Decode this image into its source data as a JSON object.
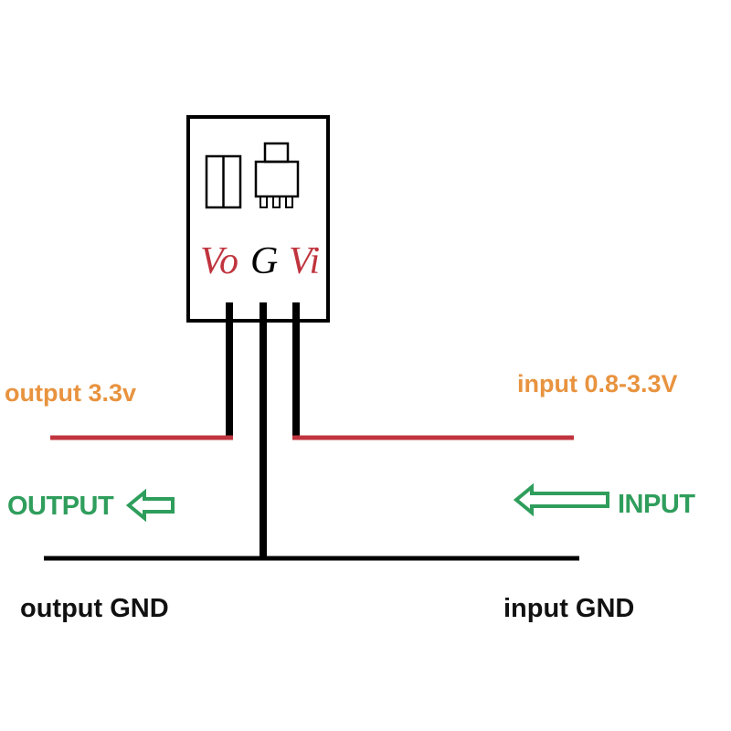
{
  "module": {
    "pins": {
      "vo": "Vo",
      "g": "G",
      "vi": "Vi"
    }
  },
  "labels": {
    "output_voltage": "output 3.3v",
    "input_voltage": "input 0.8-3.3V",
    "output_arrow_text": "OUTPUT",
    "input_arrow_text": "INPUT",
    "output_gnd": "output GND",
    "input_gnd": "input GND"
  },
  "colors": {
    "positive_wire": "#c0343e",
    "ground_wire": "#000000",
    "voltage_text": "#e8933f",
    "arrow_text": "#2f9e5c",
    "pin_vo": "#c0343e",
    "pin_g": "#000000",
    "pin_vi": "#c0343e"
  }
}
